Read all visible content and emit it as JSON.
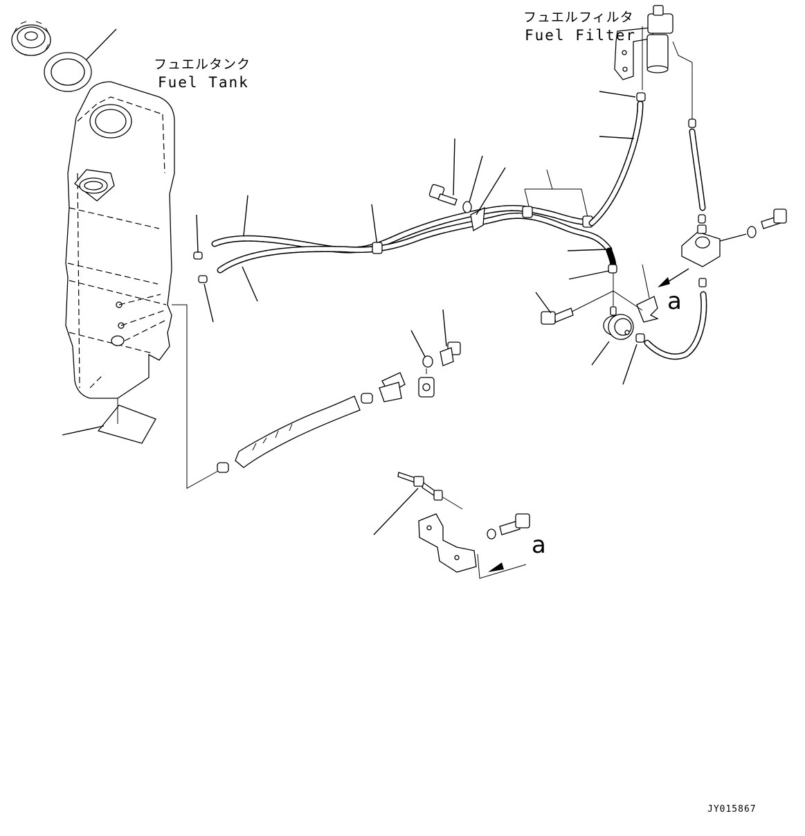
{
  "labels": {
    "fuel_tank_jp": "フュエルタンク",
    "fuel_tank_en": "Fuel Tank",
    "fuel_filter_jp": "フュエルフィルタ",
    "fuel_filter_en": "Fuel Filter",
    "view_marker_1": "a",
    "view_marker_2": "a",
    "drawing_code": "JY015867"
  },
  "icons": [
    "fuel-cap-icon",
    "gasket-icon",
    "fuel-tank-icon",
    "tank-pad-icon",
    "fuel-filter-icon",
    "fuel-pump-icon",
    "water-separator-icon",
    "drain-valve-icon",
    "bolt-icon",
    "washer-icon",
    "hose-clamp-icon"
  ]
}
